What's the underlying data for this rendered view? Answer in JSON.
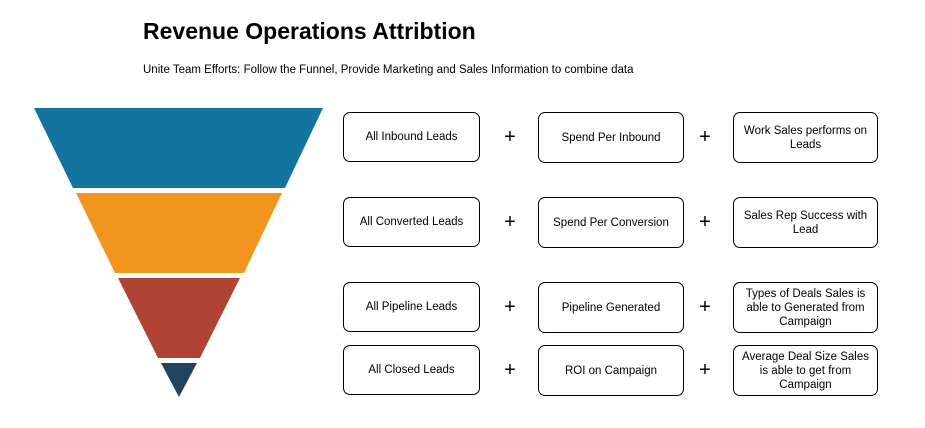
{
  "title": "Revenue Operations Attribtion",
  "subtitle": "Unite Team Efforts: Follow the Funnel, Provide Marketing and Sales Information to combine data",
  "funnel": {
    "colors": [
      "#1474a0",
      "#f2951f",
      "#b04333",
      "#21455f"
    ]
  },
  "rows": [
    {
      "lead": "All Inbound Leads",
      "spend": "Spend Per Inbound",
      "sales": "Work Sales performs on Leads",
      "plus1": "+",
      "plus2": "+"
    },
    {
      "lead": "All Converted Leads",
      "spend": "Spend Per Conversion",
      "sales": "Sales Rep Success with Lead",
      "plus1": "+",
      "plus2": "+"
    },
    {
      "lead": "All Pipeline Leads",
      "spend": "Pipeline Generated",
      "sales": "Types of Deals Sales is able to Generated from Campaign",
      "plus1": "+",
      "plus2": "+"
    },
    {
      "lead": "All Closed Leads",
      "spend": "ROI on Campaign",
      "sales": "Average Deal Size Sales is able to get from Campaign",
      "plus1": "+",
      "plus2": "+"
    }
  ]
}
